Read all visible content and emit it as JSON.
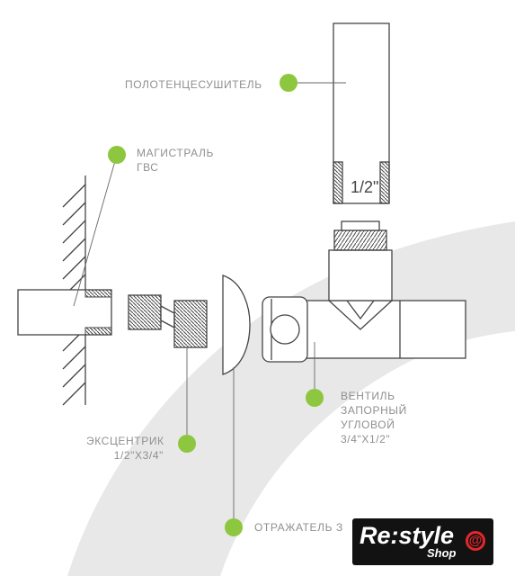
{
  "labels": {
    "towel_dryer": "ПОЛОТЕНЦЕСУШИТЕЛЬ",
    "main_line_1": "МАГИСТРАЛЬ",
    "main_line_2": "ГВС",
    "eccentric_1": "ЭКСЦЕНТРИК",
    "eccentric_2": "1/2\"Х3/4\"",
    "valve_1": "ВЕНТИЛЬ",
    "valve_2": "ЗАПОРНЫЙ",
    "valve_3": "УГЛОВОЙ",
    "valve_4": "3/4\"Х1/2\"",
    "reflector": "ОТРАЖАТЕЛЬ З"
  },
  "pipe_size": "1/2\"",
  "logo": {
    "main": "Re:style",
    "sub": "Shop",
    "at": "@"
  },
  "colors": {
    "accent_dot": "#8dc63f",
    "line": "#444444",
    "label_text": "#8f8f8f",
    "swoosh": "#e8e8e8",
    "logo_bg": "#121212",
    "logo_at": "#e3262b"
  }
}
